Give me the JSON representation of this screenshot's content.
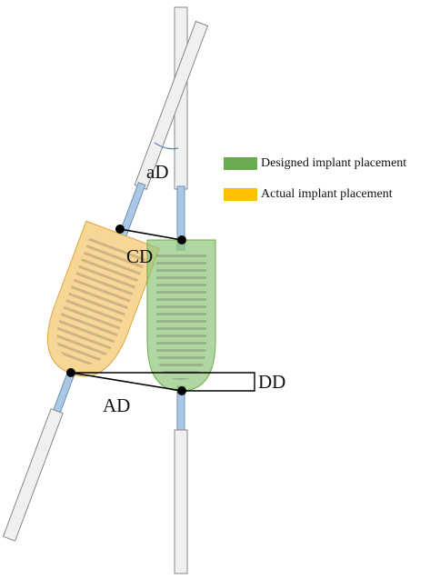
{
  "legend": {
    "items": [
      {
        "label": "Designed implant placement",
        "color": "#6aac4f"
      },
      {
        "label": "Actual implant placement",
        "color": "#ffc000"
      }
    ]
  },
  "labels": {
    "angle": "aD",
    "coronal": "CD",
    "apical": "AD",
    "depth": "DD"
  },
  "colors": {
    "designed": "#6aac4f",
    "actual": "#f5c56a",
    "drill_blue": "#aac8e6",
    "rod": "#f0f0f0"
  }
}
